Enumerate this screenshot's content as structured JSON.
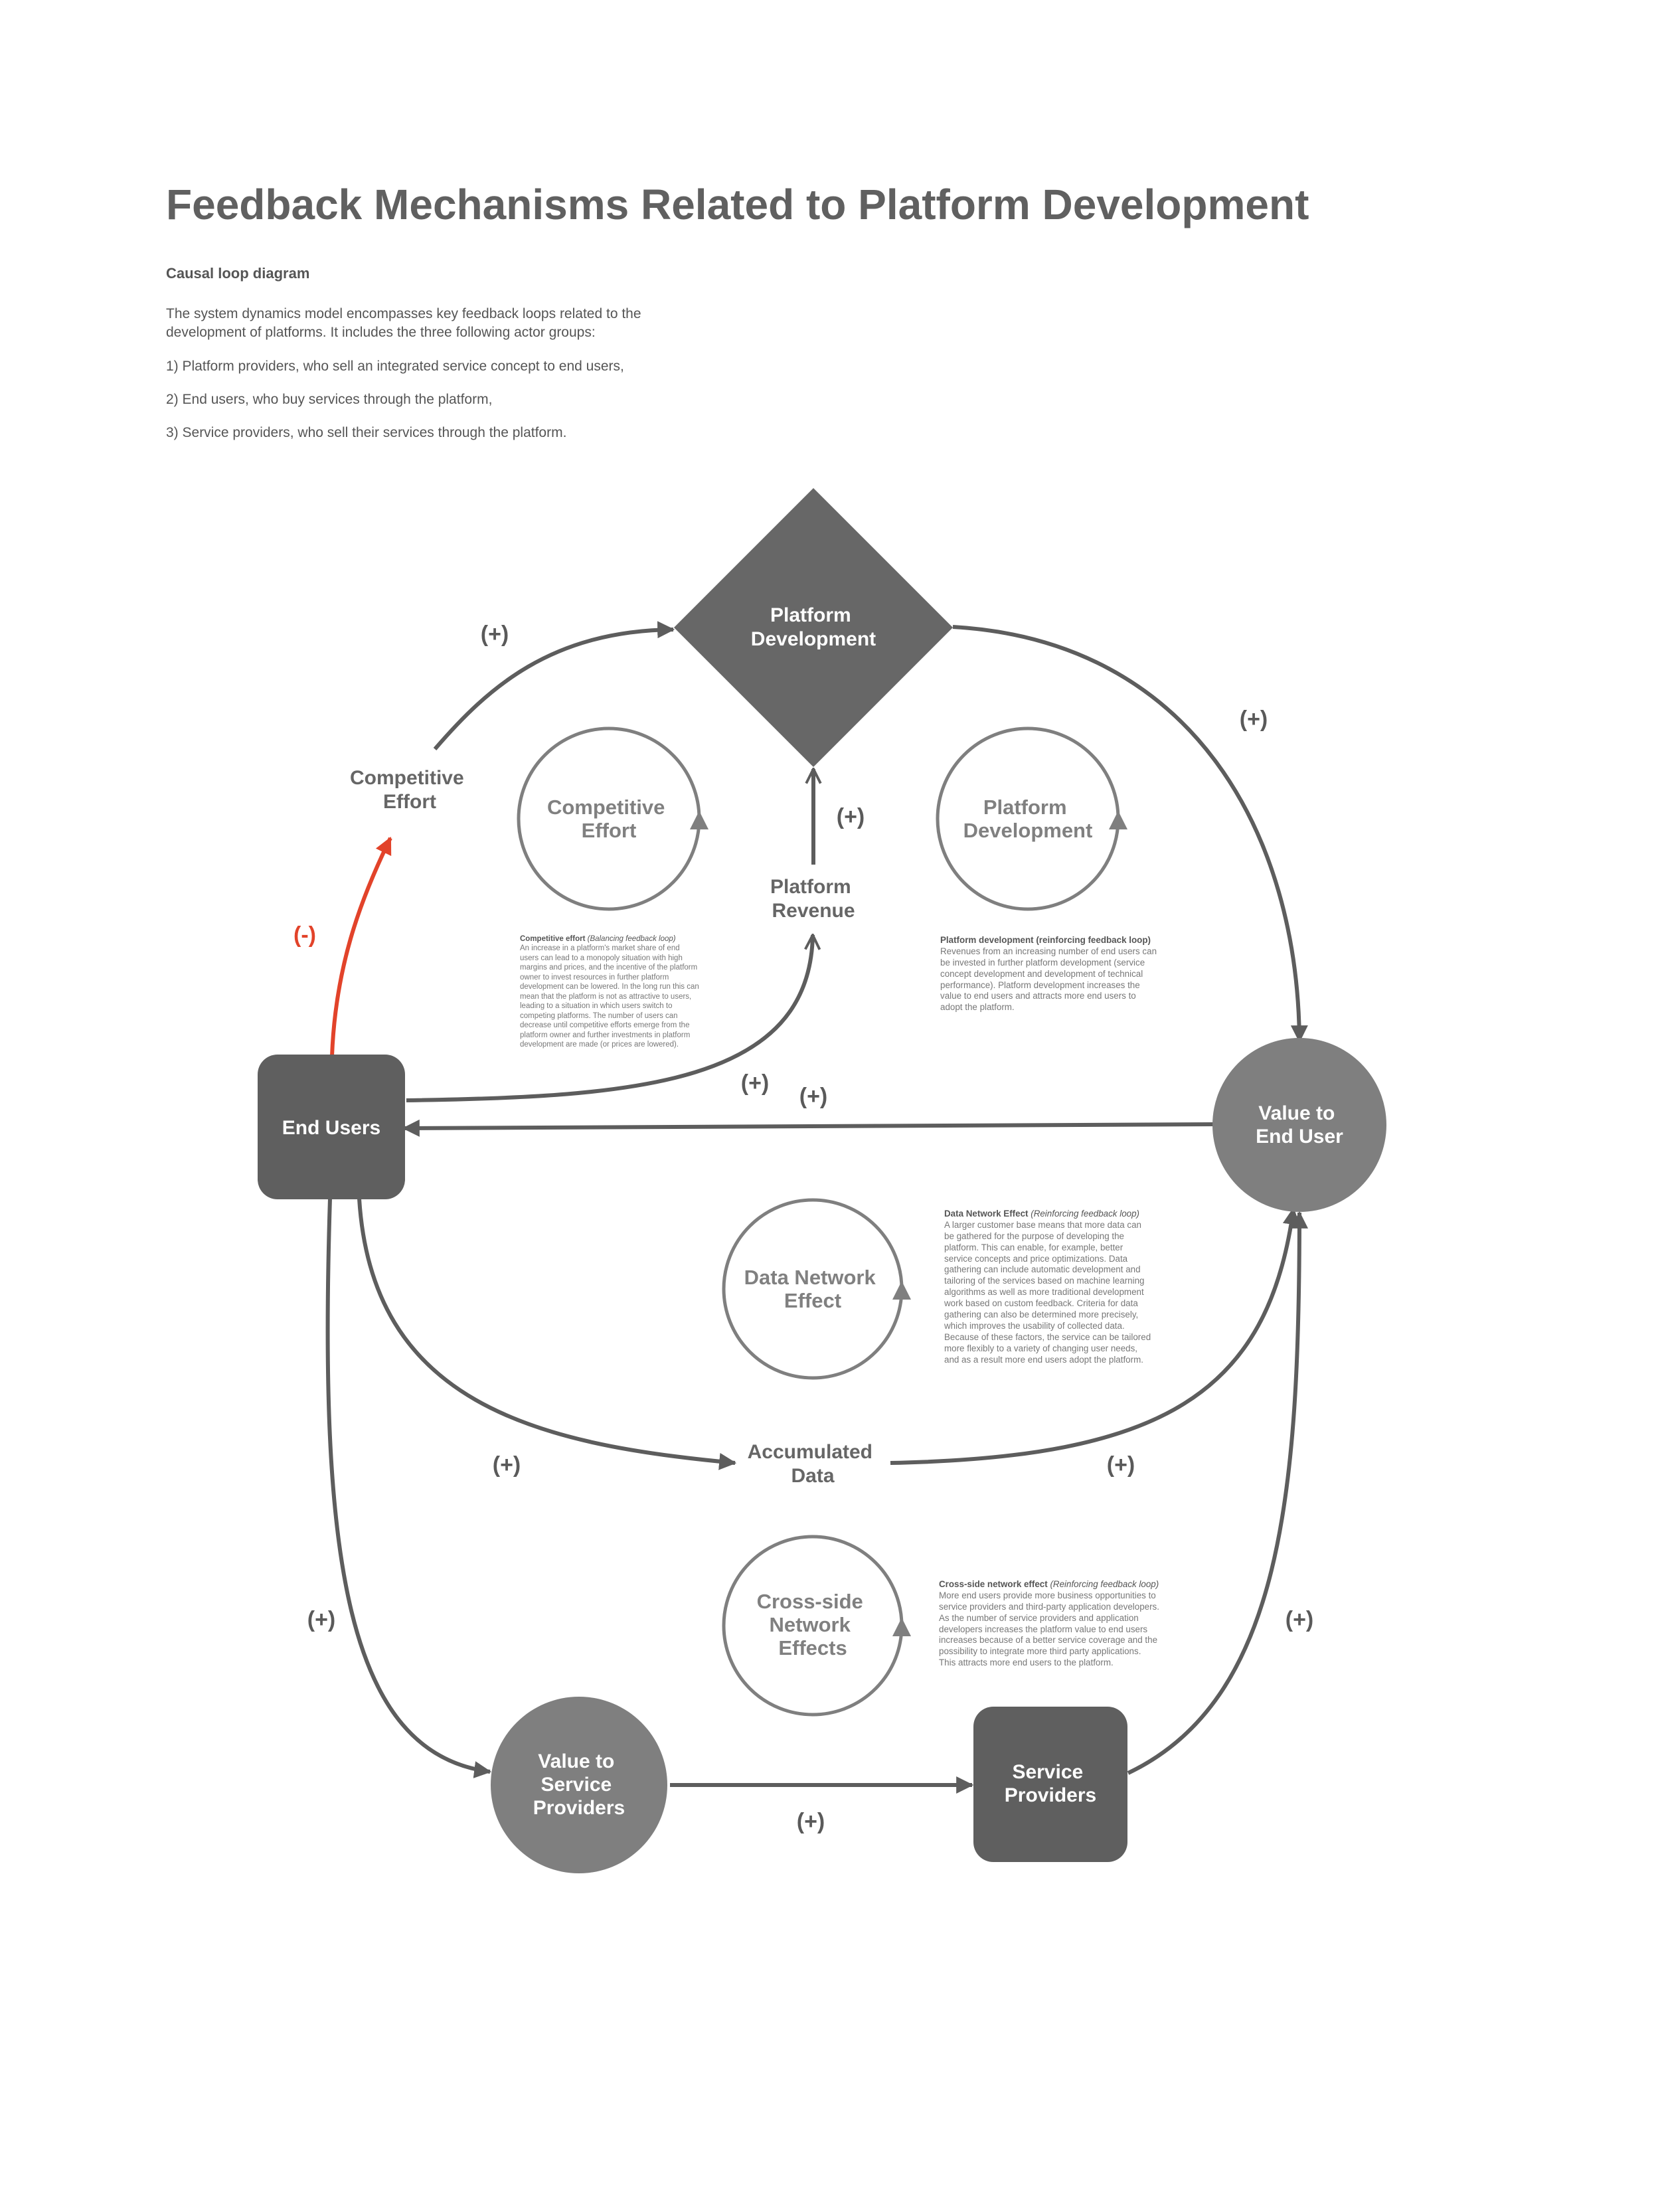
{
  "header": {
    "title": "Feedback Mechanisms Related to Platform Development",
    "subtitle": "Causal loop diagram",
    "intro": "The system dynamics model encompasses key feedback loops related to the development of platforms. It includes the three following actor groups:",
    "items": [
      "1) Platform providers, who sell an integrated service concept to end users,",
      "2) End users, who buy services through the platform,",
      "3) Service providers, who sell their services through the platform."
    ]
  },
  "nodes": {
    "platform_development": [
      "Platform",
      "Development"
    ],
    "competitive_effort": [
      "Competitive",
      "Effort"
    ],
    "platform_revenue": [
      "Platform",
      "Revenue"
    ],
    "end_users": "End Users",
    "value_to_end_user": [
      "Value to",
      "End User"
    ],
    "accumulated_data": [
      "Accumulated",
      "Data"
    ],
    "value_to_service_providers": [
      "Value to",
      "Service",
      "Providers"
    ],
    "service_providers": [
      "Service",
      "Providers"
    ]
  },
  "loops": {
    "competitive_effort": [
      "Competitive",
      "Effort"
    ],
    "platform_development": [
      "Platform",
      "Development"
    ],
    "data_network_effect": [
      "Data Network",
      "Effect"
    ],
    "cross_side": [
      "Cross-side",
      "Network",
      "Effects"
    ]
  },
  "signs": {
    "plus": "(+)",
    "minus": "(-)"
  },
  "colors": {
    "dark_node": "#5f5f5f",
    "medium_node": "#7f7f7f",
    "arrow": "#5d5d5d",
    "negative_link": "#e2432a"
  },
  "notes": {
    "competitive": {
      "title": "Competitive effort",
      "qualifier": "(Balancing feedback loop)",
      "lines": [
        "An increase in a platform's market share of end",
        "users can lead to a monopoly situation with high",
        "margins and prices, and the incentive of the platform",
        "owner to invest resources in further platform",
        "development can be lowered. In the long run this can",
        "mean that the platform is not as attractive to users,",
        "leading to a situation in which users switch to",
        "competing platforms. The number of users can",
        "decrease until competitive efforts emerge from the",
        "platform owner and further investments in platform",
        "development are made (or prices are lowered)."
      ]
    },
    "platform": {
      "title": "Platform development (reinforcing feedback loop)",
      "qualifier": "",
      "lines": [
        "Revenues from an increasing number of end users can",
        "be invested in further platform development (service",
        "concept development and development of technical",
        "performance). Platform development increases the",
        "value to end users and attracts more end users to",
        "adopt the platform."
      ]
    },
    "data": {
      "title": "Data Network Effect",
      "qualifier": "(Reinforcing feedback loop)",
      "lines": [
        "A larger customer base means that more data can",
        "be gathered for the purpose of developing the",
        "platform. This can enable, for example, better",
        "service concepts and price optimizations. Data",
        "gathering can include automatic development and",
        "tailoring of the services based on machine learning",
        "algorithms as well as more traditional development",
        "work based on custom feedback. Criteria for data",
        "gathering can also be determined more precisely,",
        "which improves the usability of collected data.",
        "Because of these factors, the service can be tailored",
        "more flexibly to a variety of changing user needs,",
        "and as a result more end users adopt the platform."
      ]
    },
    "cross": {
      "title": "Cross-side network effect",
      "qualifier": "(Reinforcing feedback loop)",
      "lines": [
        "More end users provide more business opportunities to",
        "service providers and third-party application developers.",
        "As the number of service providers and application",
        "developers increases the platform value to end users",
        "increases because of a better service coverage and the",
        "possibility to integrate more third party applications.",
        "This attracts more end users to the platform."
      ]
    }
  }
}
